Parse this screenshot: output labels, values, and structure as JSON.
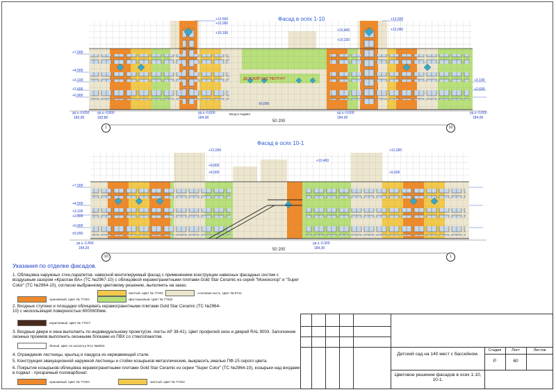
{
  "facade1": {
    "title": "Фасад в осях 1-10",
    "elevations": [
      "+12,500",
      "+12,000",
      "+10,100",
      "+10,400",
      "+10,100",
      "+12,500",
      "+12,000",
      "+7,000",
      "+4,500",
      "+3,100",
      "+2,600",
      "+0,900",
      "+3,100",
      "+2,600",
      "±0,000",
      "ур.з.-0,650",
      "183,95",
      "ур.з.-0,800",
      "183,80",
      "ур.з.-0,600",
      "184,00",
      "ур.з.-0,600",
      "184,00",
      "ур.з.-0,600",
      "184,00"
    ],
    "sign": "ДЕТСКИЙ САД \"НЕПТУН\"",
    "axis_left": "1",
    "axis_right": "10",
    "dimension": "50 200",
    "mid_label": "Вход в подвал"
  },
  "facade2": {
    "title": "Фасад в осях 10-1",
    "elevations": [
      "+12,000",
      "+10,400",
      "+9,800",
      "+9,000",
      "+12,000",
      "+9,000",
      "+7,000",
      "+4,500",
      "+3,100",
      "+2,600",
      "+0,900",
      "±0,000",
      "ур.з.-2,400",
      "184,20",
      "ур.з.-0,300",
      "184,30"
    ],
    "axis_left": "10",
    "axis_right": "1",
    "dimension": "50 200"
  },
  "notes": {
    "title": "Указания по отделке фасадов.",
    "items": [
      "1. Облицовка наружных стен,парапетов- навесной  вентилируемый фасад  с применением конструкции навесных фасадных систем с воздушным зазором «Краспан ВА» (ТС №2967-10)  с облицовкой керамогранитными плитами Gold Star Ceramic из серий \"Моноколор\" и \"Super Color\" (ТС №2964-10), согласно выбранному цветовому решению, выполнить на заказ.",
      "2. Входные ступени и площадки облицевать керамогранитными плитами Gold Star Ceramic (ТС №2964-10) с нескользящей поверхностью 600Х600мм.",
      "3. Входные двери и окна выполнить по индивидуальному проекту(см. листы АР 38-41). Цвет профилей окон и дверей  RAL 9003. Заполнение оконных проемов выполнить оконными блоками из ПВХ со стеклопакетом.",
      "4. Ограждения лестницы, крыльц и пандуса из нержавеющей стали.",
      "5. Конструкция эвакуационной наружной лестницы и стойки козырьков металлические, выкрасить эмалью ПФ-15 серого цвета.",
      "6. Покрытие козырьков-облицовка керамогранитными плитами Gold Star Ceramic из серии \"Super Color\" (ТС №2964-10), козырьки над входами в подвал  - прозрачный поликарбонат."
    ],
    "swatches": {
      "yellow": {
        "label": "-желтый. Цвет № 77202",
        "color": "#f2c94a"
      },
      "ivory": {
        "label": "-слоновая кость. Цвет № 8741",
        "color": "#ede6cf"
      },
      "orange": {
        "label": "-оранжевый. Цвет № 77204",
        "color": "#ef8a2a"
      },
      "pistachio": {
        "label": "-фисташковый. Цвет № 77022",
        "color": "#b8e07a"
      },
      "brown": {
        "label": "-коричневый. Цвет № 77017",
        "color": "#4a2a1c"
      },
      "white": {
        "label": "-белый. Цвет по каталогу RAL №9003",
        "color": "#ffffff"
      },
      "orange2": {
        "label": "-оранжевый. Цвет № 77204",
        "color": "#ef8a2a"
      },
      "yellow2": {
        "label": "-желтый. Цвет № 77202",
        "color": "#f2c94a"
      }
    }
  },
  "title_block": {
    "project": "Детский сад на 140 мест с бассейном.",
    "sheet_title": "Цветовое решение фасадов в  осях 1-10, 10-1.",
    "col_stage": "Стадия",
    "col_sheet": "Лист",
    "col_sheets": "Листов",
    "stage": "Р",
    "sheet": "60"
  }
}
